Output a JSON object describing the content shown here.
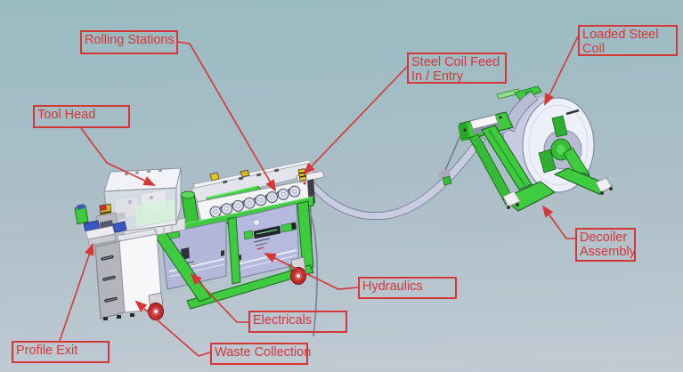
{
  "diagram": {
    "labels": {
      "rolling_stations": "Rolling Stations",
      "tool_head": "Tool Head",
      "steel_coil_feed": "Steel Coil Feed In / Entry",
      "loaded_steel_coil": "Loaded Steel Coil",
      "decoiler_assembly": "Decoiler Assembly",
      "hydraulics": "Hydraulics",
      "electricals": "Electricals",
      "waste_collection": "Waste Collection",
      "profile_exit": "Profile Exit"
    },
    "colors": {
      "annotation_red": "#d63636",
      "machine_green": "#3fcb3f",
      "machine_green_dark": "#156615",
      "panel_lavender": "#b4b8da",
      "coil_face": "#edeff9",
      "strip_lavender": "#c9cde2",
      "caster_red": "#c22b2b",
      "background_top": "#98bbc2",
      "background_bottom": "#c1cbd4"
    }
  }
}
